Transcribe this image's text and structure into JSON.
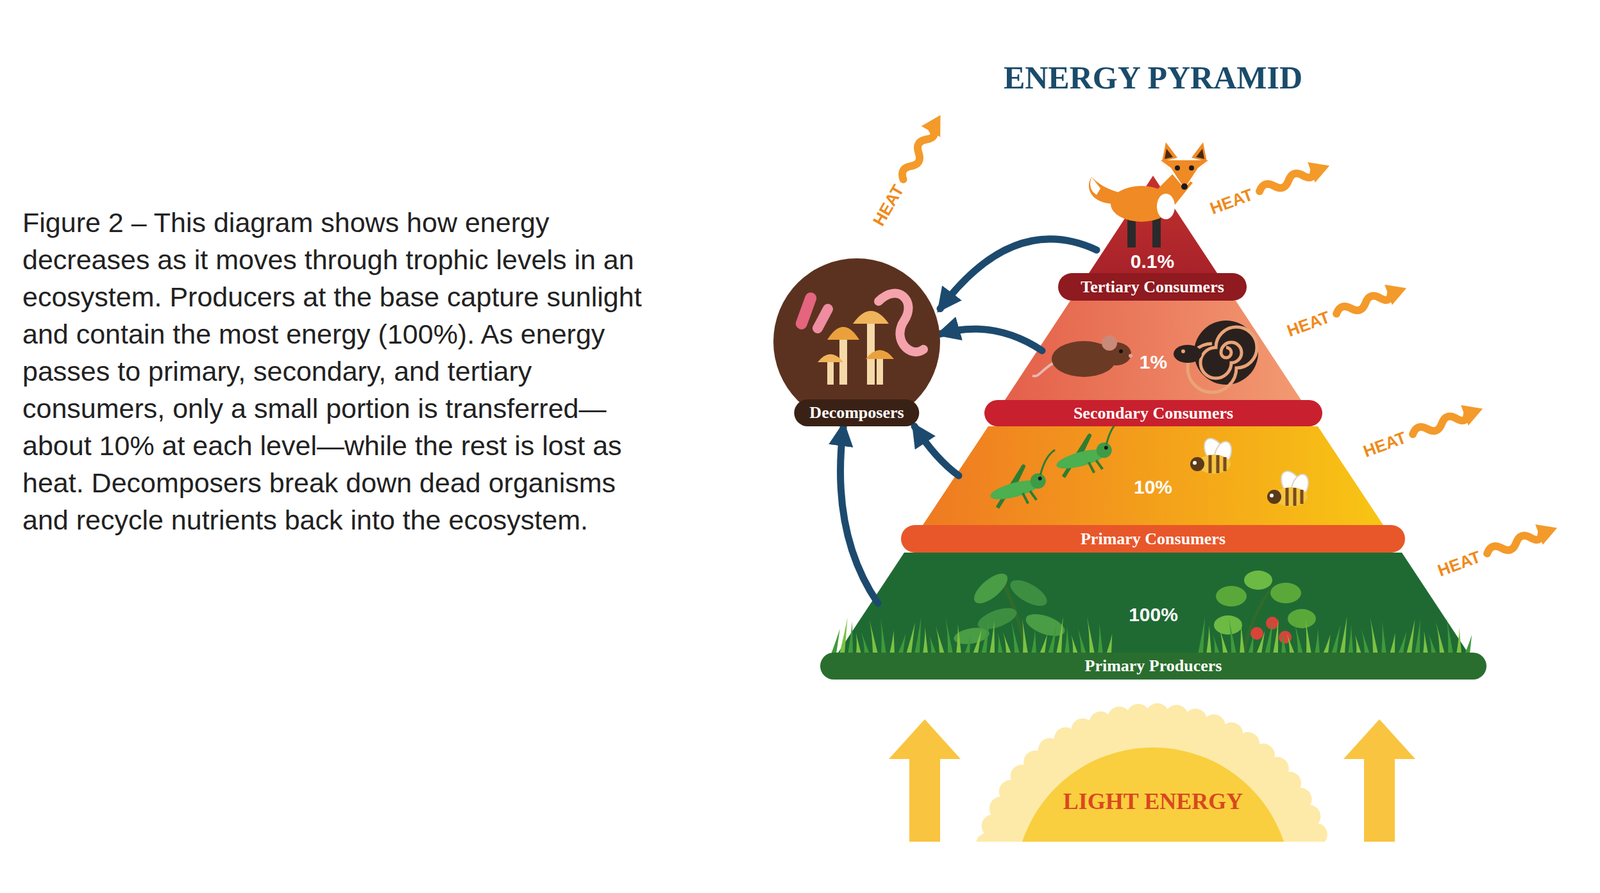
{
  "diagram": {
    "title": "ENERGY PYRAMID",
    "caption": "Figure 2 – This diagram shows how energy decreases as it moves through trophic levels in an ecosystem. Producers at the base capture sunlight and contain the most energy (100%). As energy passes to primary, secondary, and tertiary consumers, only a small portion is transferred—about 10% at each level—while the rest is lost as heat. Decomposers break down dead organisms and recycle nutrients back into the ecosystem.",
    "nodes": [
      {
        "text": [
          "0.1%",
          "Tertiary Consumers"
        ]
      },
      {
        "text": [
          "Decomposers"
        ]
      },
      {
        "text": [
          "1%",
          "Secondary Consumers"
        ]
      },
      {
        "text": [
          "10%",
          "Primary Consumers"
        ]
      },
      {
        "text": [
          "100%",
          "Primary Producers"
        ]
      },
      {
        "text": [
          "LIGHT ENERGY"
        ]
      }
    ],
    "edges": [
      {
        "from": 0,
        "to": 1,
        "arrow": "to"
      },
      {
        "from": 2,
        "to": 1,
        "arrow": "to"
      },
      {
        "from": 3,
        "to": 1,
        "arrow": "to"
      },
      {
        "from": 4,
        "to": 1,
        "arrow": "to"
      },
      {
        "from": 5,
        "to": 4,
        "arrow": "to"
      },
      {
        "from": 5,
        "to": 4,
        "arrow": "to"
      }
    ],
    "labels": [
      "HEAT",
      "HEAT",
      "HEAT",
      "HEAT",
      "HEAT"
    ]
  }
}
